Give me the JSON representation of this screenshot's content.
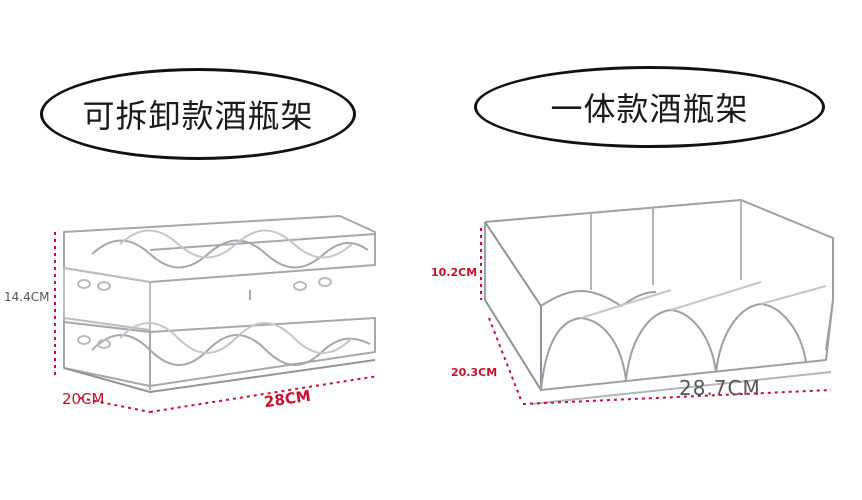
{
  "left": {
    "label": "可拆卸款酒瓶架",
    "dims": {
      "height": "14.4CM",
      "depth": "20CM",
      "width": "28CM"
    }
  },
  "right": {
    "label": "一体款酒瓶架",
    "dims": {
      "height": "10.2CM",
      "depth": "20.3CM",
      "width": "28.7CM"
    }
  },
  "colors": {
    "dimension_red": "#c8102e",
    "rack_stroke": "#9aa0a6",
    "outline": "#111111"
  }
}
